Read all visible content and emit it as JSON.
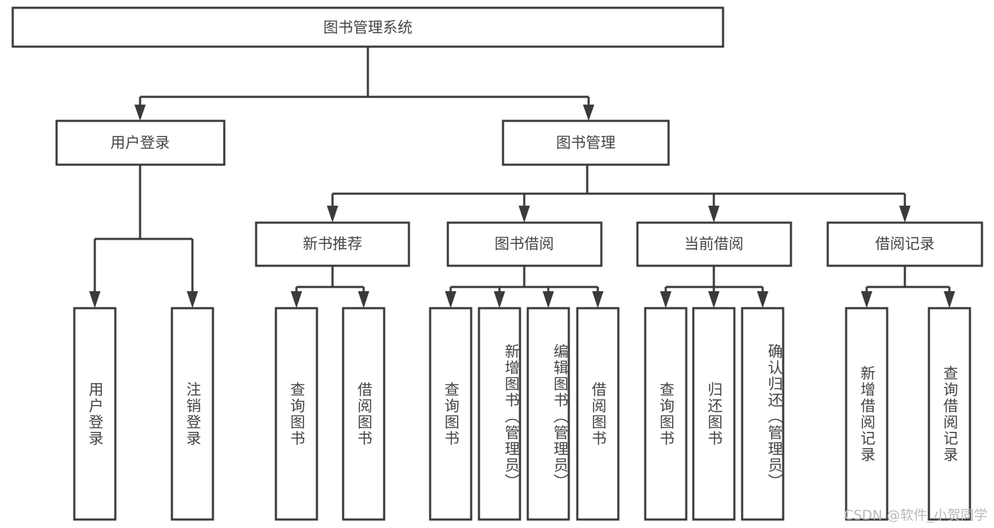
{
  "diagram": {
    "title": "图书管理系统",
    "type": "tree",
    "root": {
      "label": "图书管理系统",
      "children": [
        {
          "label": "用户登录",
          "children": [
            {
              "label": "用户登录"
            },
            {
              "label": "注销登录"
            }
          ]
        },
        {
          "label": "图书管理",
          "children": [
            {
              "label": "新书推荐",
              "children": [
                {
                  "label": "查询图书"
                },
                {
                  "label": "借阅图书"
                }
              ]
            },
            {
              "label": "图书借阅",
              "children": [
                {
                  "label": "查询图书"
                },
                {
                  "label": "新增图书（管理员）"
                },
                {
                  "label": "编辑图书（管理员）"
                },
                {
                  "label": "借阅图书"
                }
              ]
            },
            {
              "label": "当前借阅",
              "children": [
                {
                  "label": "查询图书"
                },
                {
                  "label": "归还图书"
                },
                {
                  "label": "确认归还（管理员）"
                }
              ]
            },
            {
              "label": "借阅记录",
              "children": [
                {
                  "label": "新增借阅记录"
                },
                {
                  "label": "查询借阅记录"
                }
              ]
            }
          ]
        }
      ]
    }
  },
  "nodes": {
    "root": "图书管理系统",
    "user_login": "用户登录",
    "book_manage": "图书管理",
    "new_book_rec": "新书推荐",
    "book_borrow": "图书借阅",
    "current_borrow": "当前借阅",
    "borrow_record": "借阅记录",
    "leaf_user_login": "用户登录",
    "leaf_logout": "注销登录",
    "leaf_rec_query": "查询图书",
    "leaf_rec_borrow": "借阅图书",
    "leaf_borrow_query": "查询图书",
    "leaf_borrow_add": "新增图书（管理员）",
    "leaf_borrow_edit": "编辑图书（管理员）",
    "leaf_borrow_borrow": "借阅图书",
    "leaf_cur_query": "查询图书",
    "leaf_cur_return": "归还图书",
    "leaf_cur_confirm": "确认归还（管理员）",
    "leaf_rec_add": "新增借阅记录",
    "leaf_rec_query2": "查询借阅记录"
  },
  "watermark": {
    "text": "CSDN @软件_小贺同学"
  },
  "colors": {
    "stroke": "#3a3a3a",
    "text": "#444444",
    "background": "#ffffff",
    "watermark": "#b9b9b9"
  }
}
